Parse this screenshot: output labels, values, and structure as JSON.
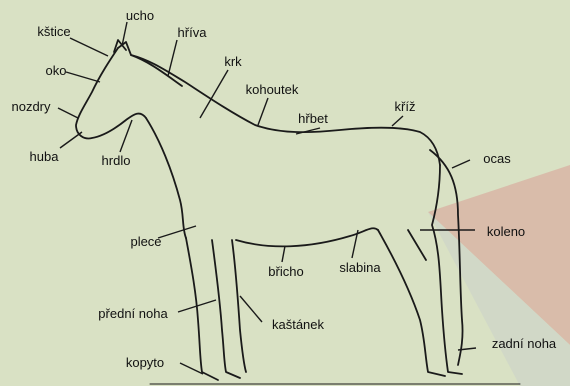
{
  "labels": {
    "ucho": "ucho",
    "kstice": "kštice",
    "hriva": "hříva",
    "oko": "oko",
    "krk": "krk",
    "nozdry": "nozdry",
    "kohoutek": "kohoutek",
    "kriz": "kříž",
    "hrbet": "hřbet",
    "huba": "huba",
    "hrdlo": "hrdlo",
    "ocas": "ocas",
    "koleno": "koleno",
    "plece": "plece",
    "slabina": "slabina",
    "bricho": "břicho",
    "predni_noha": "přední noha",
    "kastanek": "kaštánek",
    "zadni_noha": "zadní noha",
    "kopyto": "kopyto"
  },
  "colors": {
    "background": "#d9e1c4",
    "highlight": "#d8b5a6",
    "line": "#1a1a1a"
  }
}
